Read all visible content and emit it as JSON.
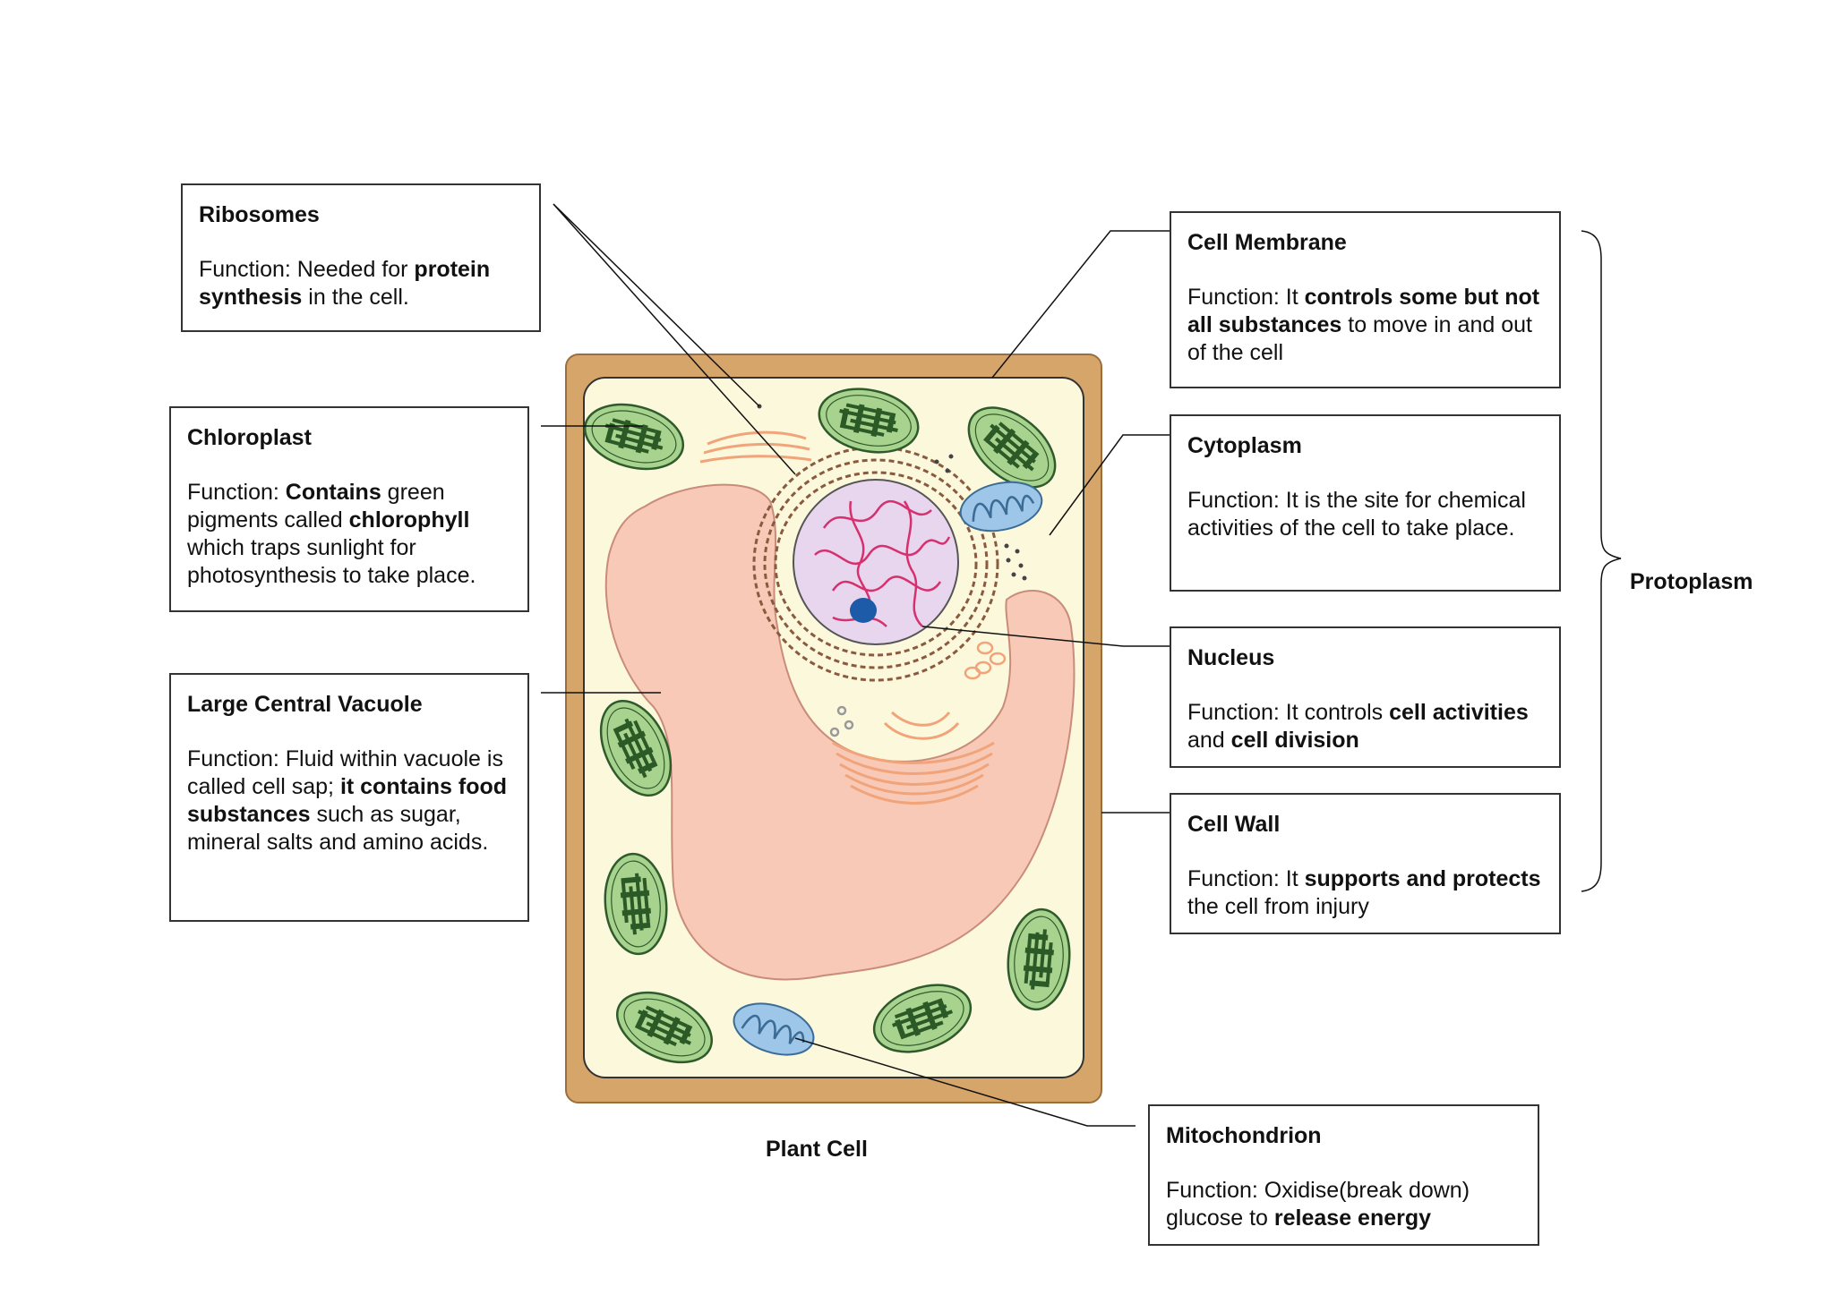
{
  "caption": "Plant Cell",
  "protoplasm_label": "Protoplasm",
  "colors": {
    "cell_wall": "#d6a56a",
    "cytoplasm": "#fbf8dc",
    "vacuole": "#f7c9b6",
    "chloroplast": "#a8d38f",
    "chloroplast_stroke": "#2f5a2b",
    "thylakoid": "#2c5a27",
    "mitochondrion": "#9dc6e8",
    "nucleus": "#e7d6ee",
    "chromatin": "#d6306f",
    "nucleolus": "#1d5aa8",
    "er": "#8a5a3e",
    "golgi": "#f1a37a"
  },
  "boxes": {
    "ribosomes": {
      "title": "Ribosomes",
      "fn": [
        {
          "t": "Function: Needed for "
        },
        {
          "t": "protein synthesis",
          "b": true
        },
        {
          "t": " in the cell."
        }
      ]
    },
    "chloroplast": {
      "title": "Chloroplast",
      "fn": [
        {
          "t": "Function: "
        },
        {
          "t": "Contains",
          "b": true
        },
        {
          "t": " green pigments called "
        },
        {
          "t": "chlorophyll",
          "b": true
        },
        {
          "t": " which traps sunlight for photosynthesis to take place."
        }
      ]
    },
    "vacuole": {
      "title": "Large Central Vacuole",
      "fn": [
        {
          "t": "Function: Fluid within vacuole is called cell sap; "
        },
        {
          "t": "it contains food substances",
          "b": true
        },
        {
          "t": " such as sugar, mineral salts and amino acids."
        }
      ]
    },
    "cell_membrane": {
      "title": "Cell Membrane",
      "fn": [
        {
          "t": "Function: It "
        },
        {
          "t": "controls some but not all substances",
          "b": true
        },
        {
          "t": " to move in and out of the cell"
        }
      ]
    },
    "cytoplasm": {
      "title": "Cytoplasm",
      "fn": [
        {
          "t": "Function: It is the site for chemical activities of the cell to take place."
        }
      ]
    },
    "nucleus": {
      "title": "Nucleus",
      "fn": [
        {
          "t": "Function: It controls "
        },
        {
          "t": "cell activities",
          "b": true
        },
        {
          "t": " and "
        },
        {
          "t": "cell division",
          "b": true
        }
      ]
    },
    "cell_wall": {
      "title": "Cell Wall",
      "fn": [
        {
          "t": "Function: It "
        },
        {
          "t": "supports and protects",
          "b": true
        },
        {
          "t": " the cell from injury"
        }
      ]
    },
    "mitochondrion": {
      "title": "Mitochondrion",
      "fn": [
        {
          "t": "Function: Oxidise(break down) glucose to "
        },
        {
          "t": "release energy",
          "b": true
        }
      ]
    }
  }
}
